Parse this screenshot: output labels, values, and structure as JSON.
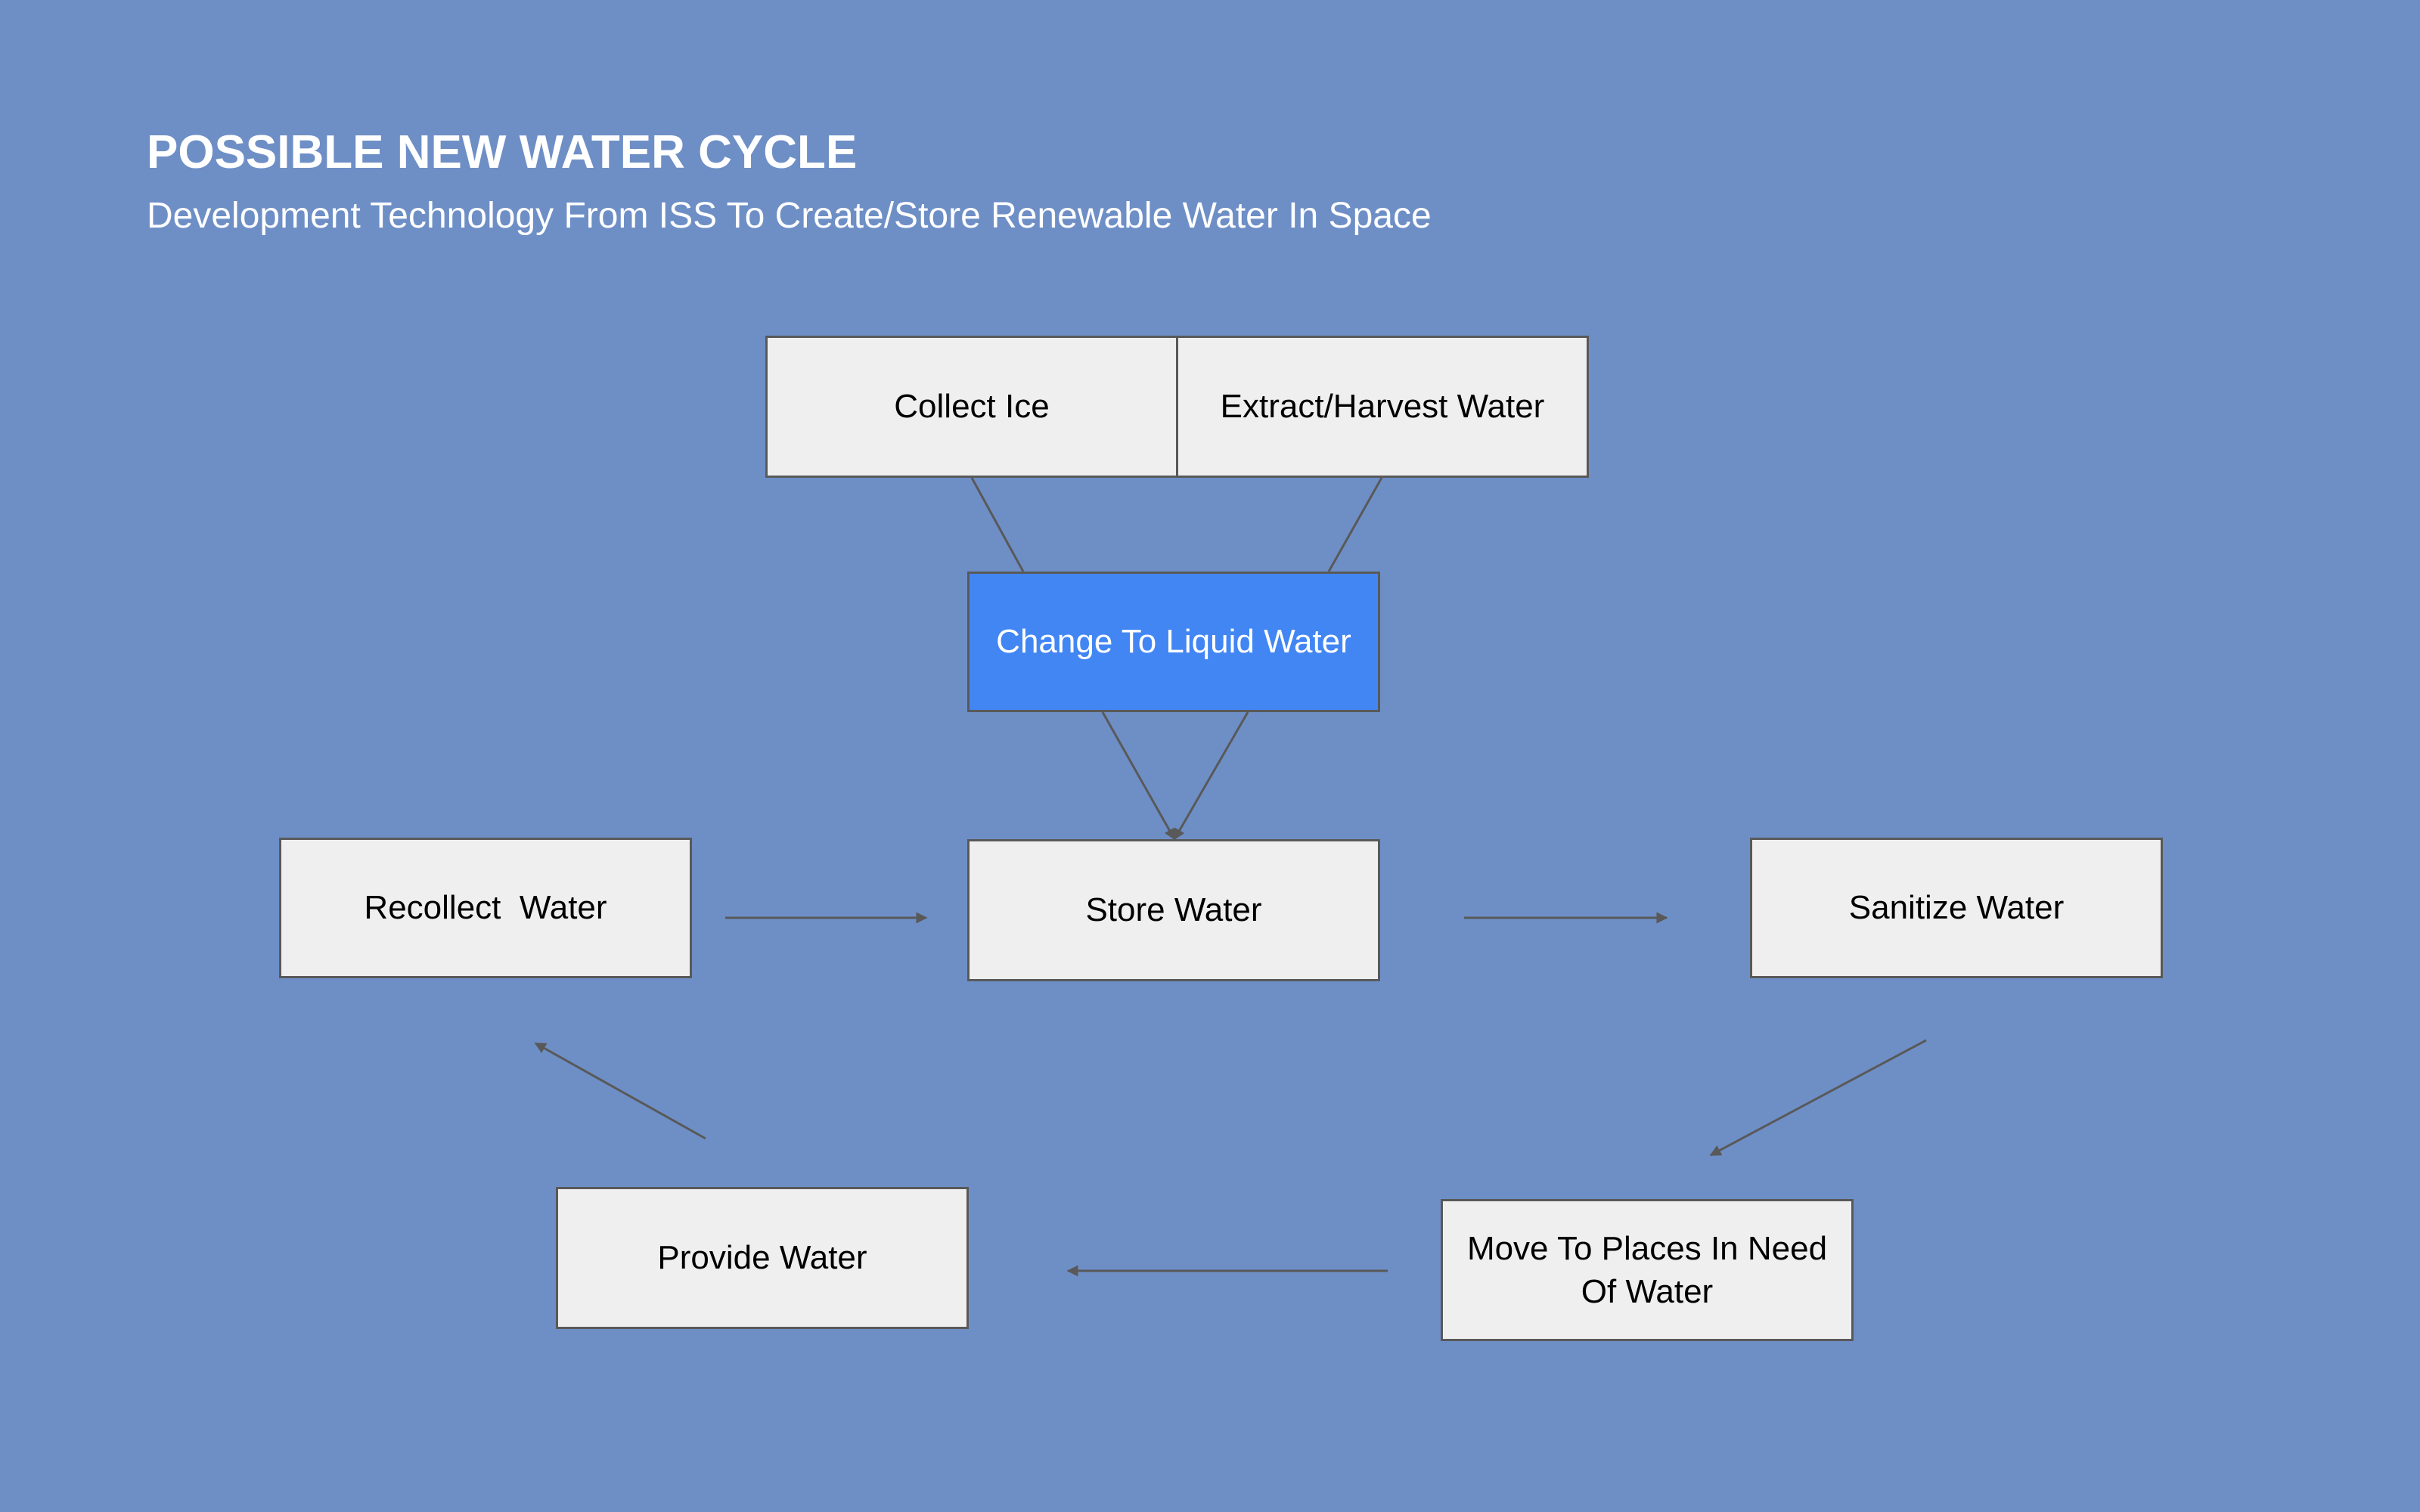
{
  "header": {
    "title": "POSSIBLE NEW WATER CYCLE",
    "subtitle": "Development Technology From ISS To Create/Store Renewable Water In Space"
  },
  "nodes": {
    "collect_ice": "Collect Ice",
    "extract_harvest": "Extract/Harvest Water",
    "change_liquid": "Change To Liquid Water",
    "store": "Store Water",
    "recollect": "Recollect  Water",
    "sanitize": "Sanitize Water",
    "move_places_line1": "Move To Places In Need",
    "move_places_line2": "Of Water",
    "provide": "Provide Water"
  },
  "colors": {
    "background": "#6e8fc6",
    "box_fill": "#efefef",
    "box_border": "#595959",
    "highlight_fill": "#4286f4",
    "connector": "#595959"
  }
}
